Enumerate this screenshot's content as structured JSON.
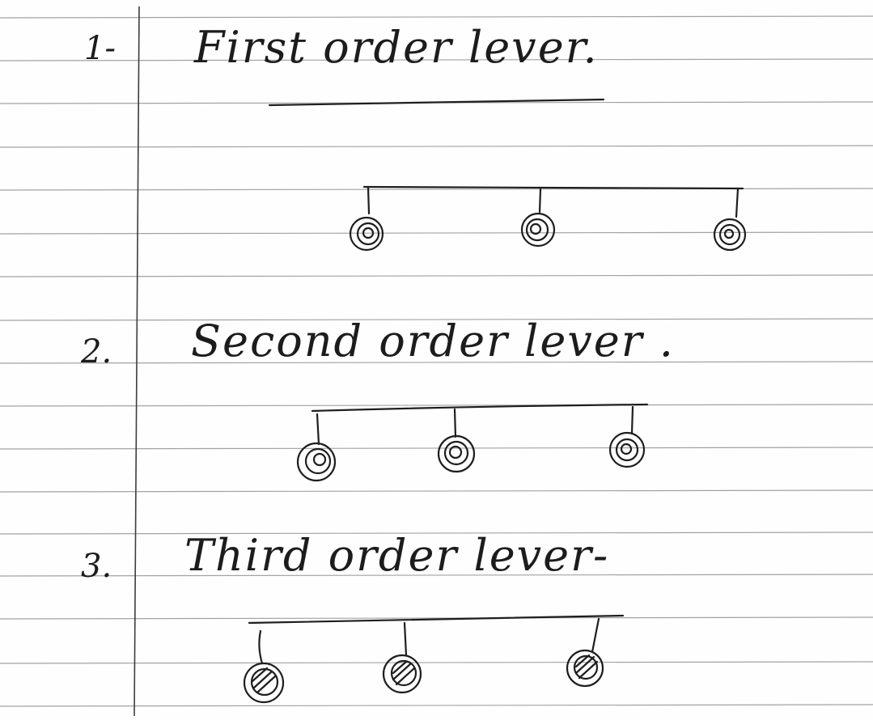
{
  "sections": [
    {
      "number": "1-",
      "title": "First order lever."
    },
    {
      "number": "2.",
      "title": "Second order lever ."
    },
    {
      "number": "3.",
      "title": "Third order lever-"
    }
  ],
  "colors": {
    "paper": "#fefefe",
    "rule_line": "#9a9a9a",
    "margin_line": "#444444",
    "ink": "#1e1e1e"
  }
}
